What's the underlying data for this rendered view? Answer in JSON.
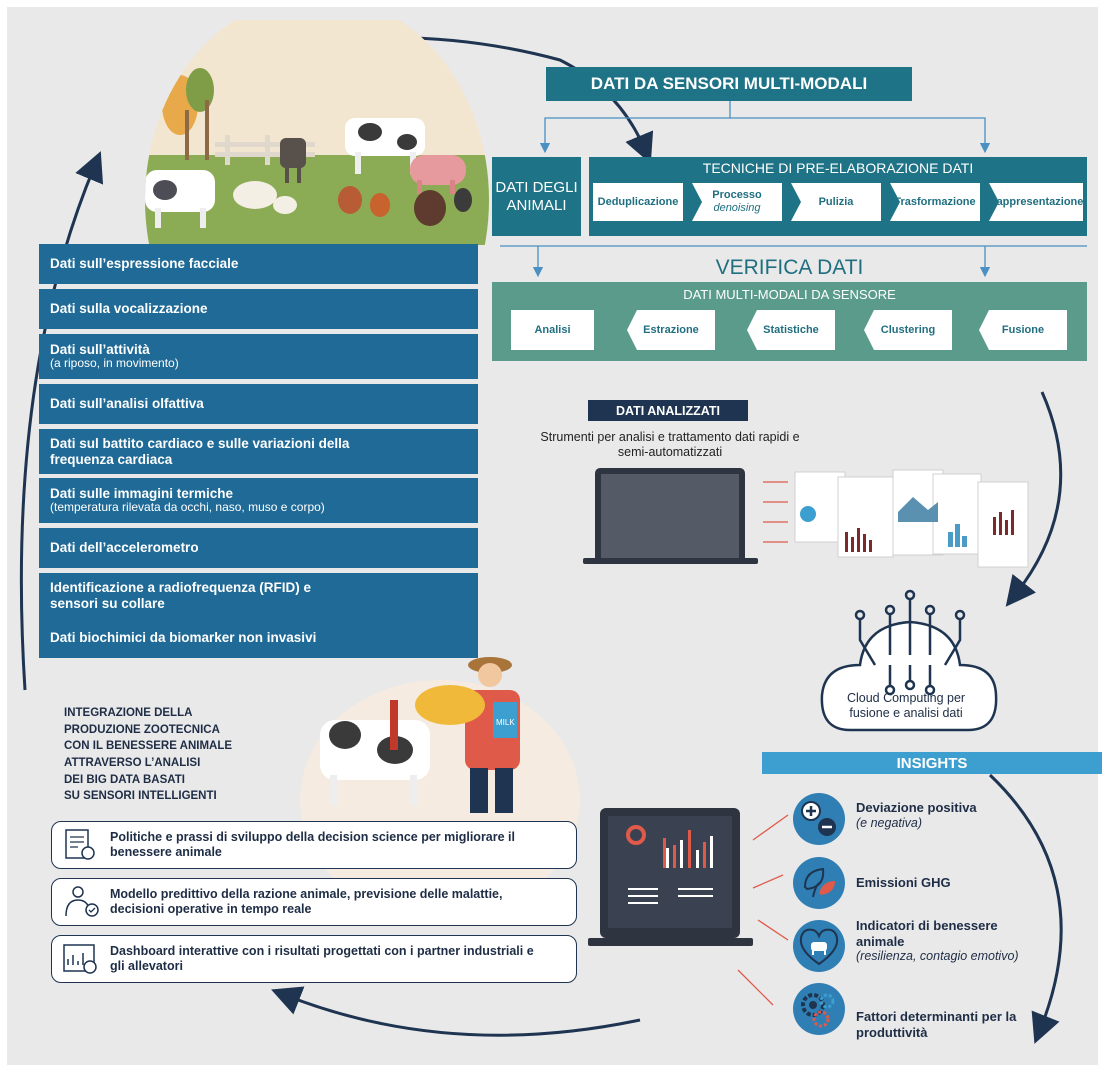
{
  "header": {
    "title": "DATI DA SENSORI MULTI-MODALI"
  },
  "animal_data": {
    "label": "DATI DEGLI ANIMALI"
  },
  "preprocessing": {
    "title": "TECNICHE DI PRE-ELABORAZIONE DATI",
    "steps": [
      {
        "label": "Deduplicazione",
        "sub": ""
      },
      {
        "label": "Processo",
        "sub": "denoising"
      },
      {
        "label": "Pulizia",
        "sub": ""
      },
      {
        "label": "Trasformazione",
        "sub": ""
      },
      {
        "label": "Rappresentazione",
        "sub": ""
      }
    ]
  },
  "verification": {
    "title": "VERIFICA DATI",
    "subtitle": "DATI MULTI-MODALI DA SENSORE",
    "steps": [
      "Analisi",
      "Estrazione",
      "Statistiche",
      "Clustering",
      "Fusione"
    ]
  },
  "sensor_data_list": [
    {
      "title": "Dati sull’espressione facciale",
      "sub": ""
    },
    {
      "title": "Dati sulla vocalizzazione",
      "sub": ""
    },
    {
      "title": "Dati sull’attività",
      "sub": "(a riposo, in movimento)"
    },
    {
      "title": "Dati sull’analisi olfattiva",
      "sub": ""
    },
    {
      "title": "Dati sul battito cardiaco e sulle variazioni della frequenza cardiaca",
      "sub": ""
    },
    {
      "title": "Dati sulle immagini termiche",
      "sub": "(temperatura rilevata da occhi, naso, muso e corpo)"
    },
    {
      "title": "Dati dell’accelerometro",
      "sub": ""
    },
    {
      "title": "Identificazione a radiofrequenza (RFID) e sensori su collare",
      "sub": ""
    },
    {
      "title": "Dati biochimici da biomarker non invasivi",
      "sub": ""
    }
  ],
  "analyzed": {
    "badge": "DATI ANALIZZATI",
    "description": "Strumenti per analisi e trattamento dati rapidi e semi-automatizzati"
  },
  "cloud": {
    "label": "Cloud Computing per fusione e analisi dati"
  },
  "insights": {
    "title": "INSIGHTS",
    "items": [
      {
        "title": "Deviazione positiva",
        "sub": "(e negativa)",
        "icon": "plus-minus-icon"
      },
      {
        "title": "Emissioni GHG",
        "sub": "",
        "icon": "leaf-icon"
      },
      {
        "title": "Indicatori di benessere animale",
        "sub": "(resilienza, contagio emotivo)",
        "icon": "heart-cow-icon"
      },
      {
        "title": "Fattori determinanti per la produttività",
        "sub": "",
        "icon": "gears-icon"
      }
    ]
  },
  "integration": {
    "lines": [
      "INTEGRAZIONE DELLA",
      "PRODUZIONE ZOOTECNICA",
      "CON IL BENESSERE ANIMALE",
      "ATTRAVERSO L’ANALISI",
      "DEI BIG DATA BASATI",
      "SU SENSORI INTELLIGENTI"
    ]
  },
  "outcomes": [
    {
      "text": "Politiche e prassi di sviluppo della decision science per migliorare il benessere animale",
      "icon": "certificate-icon"
    },
    {
      "text": "Modello predittivo della razione animale, previsione delle malattie, decisioni operative in tempo reale",
      "icon": "person-check-icon"
    },
    {
      "text": "Dashboard interattive con i risultati progettati con i partner industriali e gli allevatori",
      "icon": "dashboard-icon"
    }
  ],
  "illustration_text": {
    "milk": "MILK"
  },
  "colors": {
    "teal": "#1f7386",
    "blue_bar": "#1f6a96",
    "green": "#5a9b8c",
    "navy": "#1e3450",
    "insights": "#3d9fcf"
  }
}
